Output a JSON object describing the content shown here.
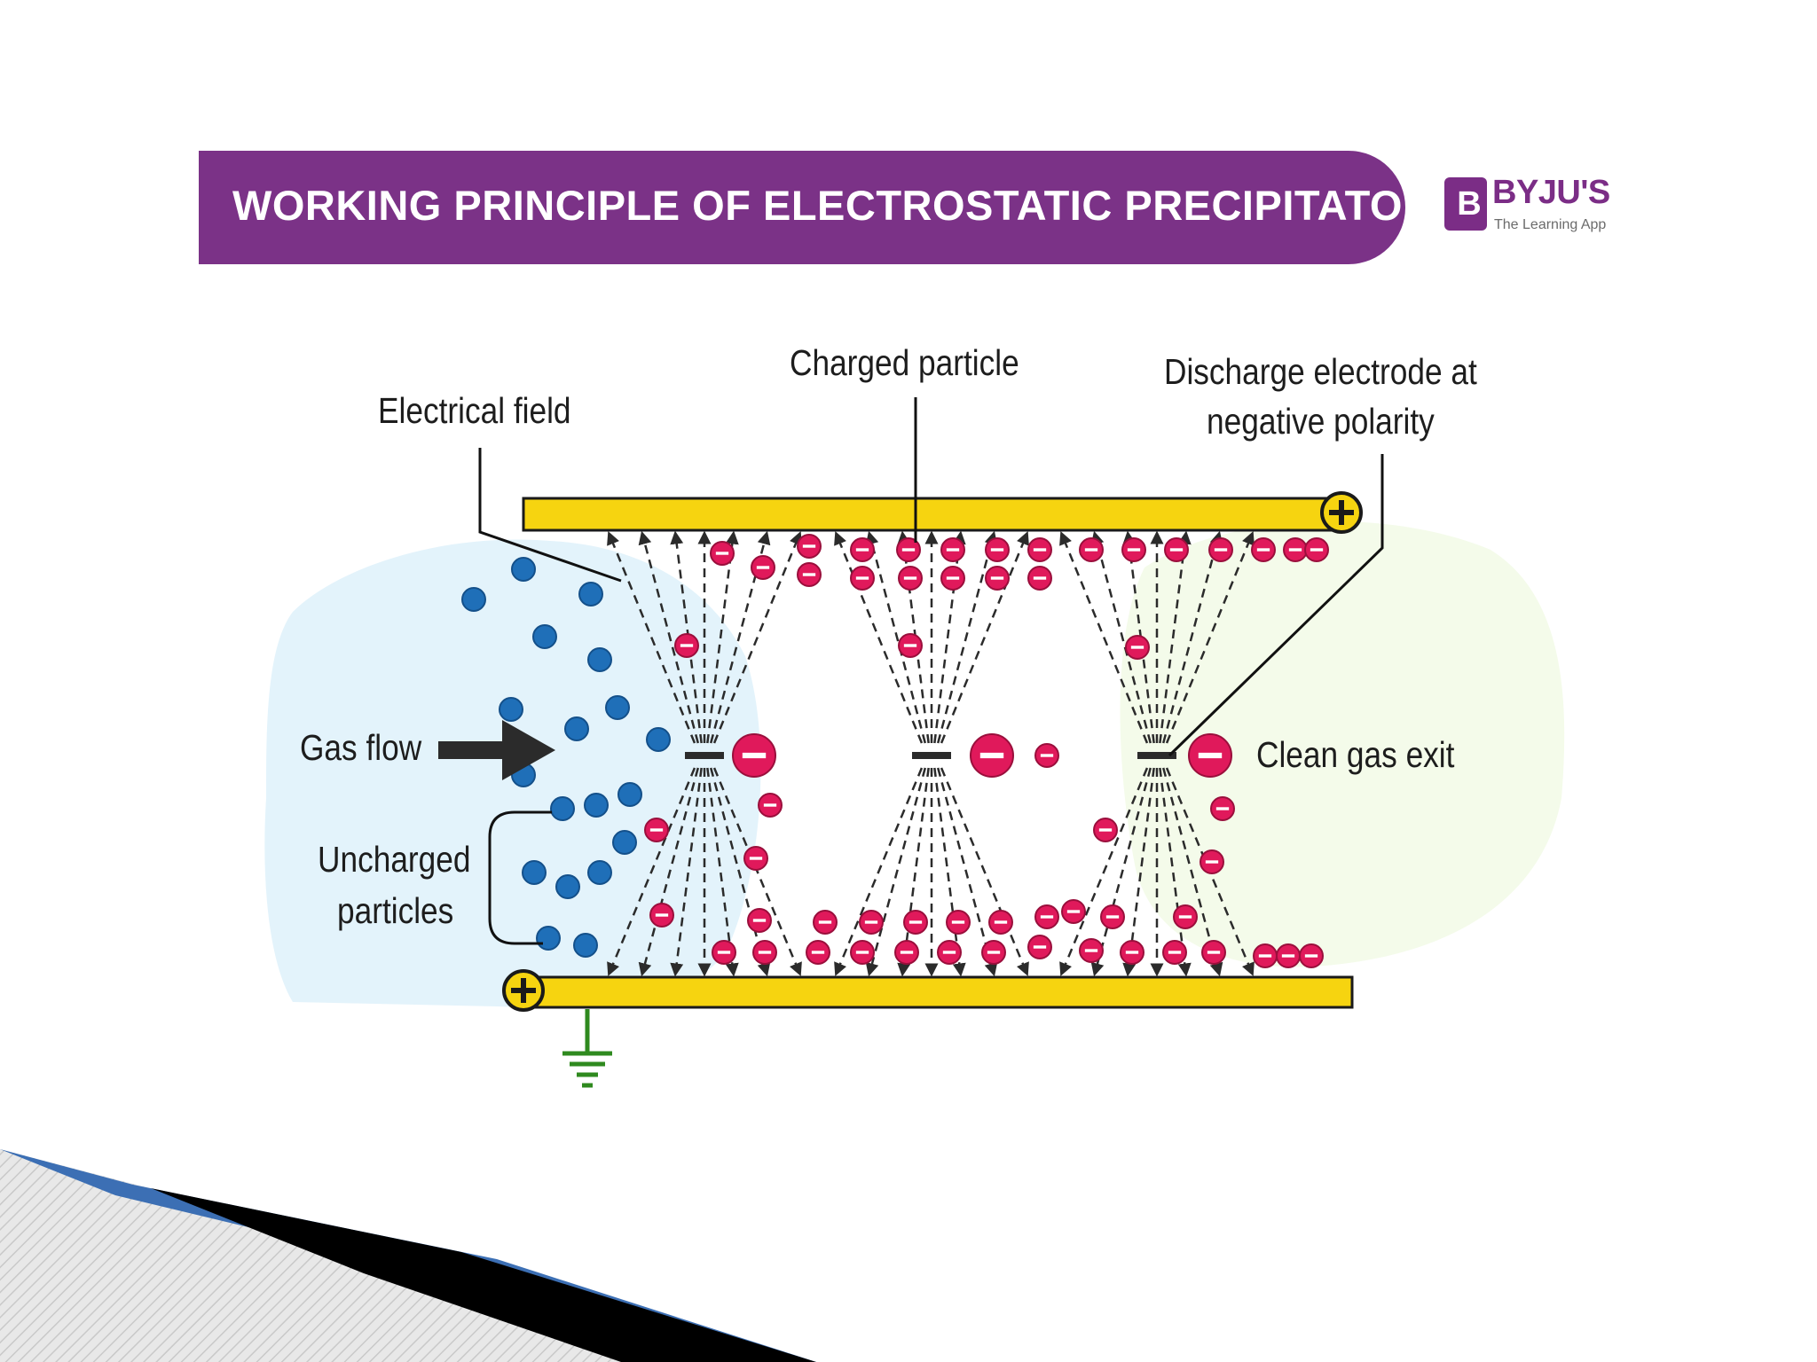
{
  "header": {
    "title": "WORKING PRINCIPLE OF ELECTROSTATIC PRECIPITATOR",
    "banner_color": "#7b3287"
  },
  "brand": {
    "logo_letter": "B",
    "name": "BYJU'S",
    "tagline": "The Learning App",
    "color": "#7b2d86"
  },
  "labels": {
    "electrical_field": "Electrical field",
    "charged_particle": "Charged particle",
    "discharge_electrode_line1": "Discharge electrode at",
    "discharge_electrode_line2": "negative polarity",
    "gas_flow": "Gas flow",
    "uncharged_particles_line1": "Uncharged",
    "uncharged_particles_line2": "particles",
    "clean_gas_exit": "Clean gas exit"
  },
  "colors": {
    "plate": "#f6d410",
    "charged_particle": "#e0195b",
    "uncharged_particle": "#1f6fb8",
    "gas_region": "#e3f3fb",
    "clean_region": "#f4fbea",
    "ground": "#2f8a1f"
  },
  "icons": {
    "plate_terminal": "plus-circle-icon",
    "ground": "ground-icon",
    "particle_charge": "minus-circle-icon"
  }
}
